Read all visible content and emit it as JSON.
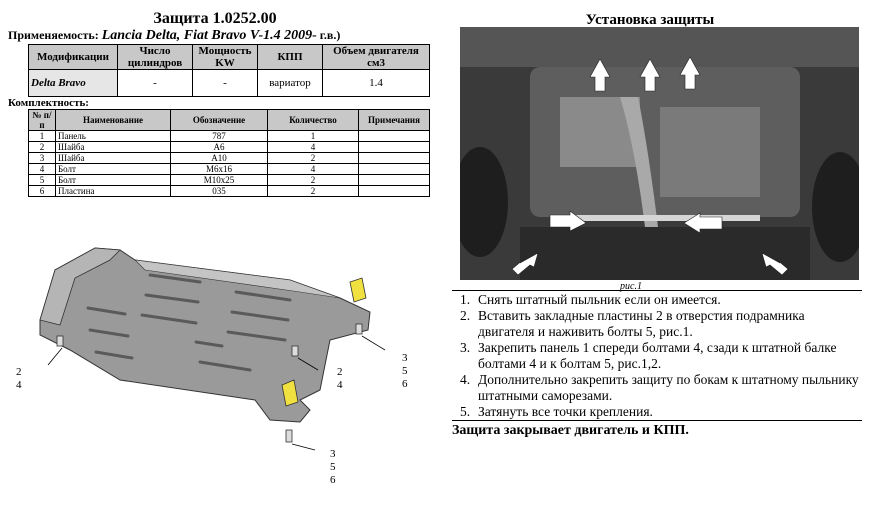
{
  "left": {
    "title": "Защита 1.0252.00",
    "applicability_label": "Применяемость:",
    "applicability_model": "Lancia Delta, Fiat Bravo  V-1.4 2009-",
    "applicability_suffix": "г.в.)",
    "mod_table": {
      "headers": [
        "Модификации",
        "Число цилиндров",
        "Мощность KW",
        "КПП",
        "Объем двигателя см3"
      ],
      "row": [
        "Delta Bravo",
        "-",
        "-",
        "вариатор",
        "1.4"
      ]
    },
    "komplekt_label": "Комплектность:",
    "parts_table": {
      "headers": [
        "№ п/п",
        "Наименование",
        "Обозначение",
        "Количество",
        "Примечания"
      ],
      "rows": [
        [
          "1",
          "Панель",
          "787",
          "1",
          ""
        ],
        [
          "2",
          "Шайба",
          "А6",
          "4",
          ""
        ],
        [
          "3",
          "Шайба",
          "А10",
          "2",
          ""
        ],
        [
          "4",
          "Болт",
          "М6х16",
          "4",
          ""
        ],
        [
          "5",
          "Болт",
          "М10х25",
          "2",
          ""
        ],
        [
          "6",
          "Пластина",
          "035",
          "2",
          ""
        ]
      ]
    },
    "callouts": {
      "a": [
        "2",
        "4"
      ],
      "b": [
        "2",
        "4"
      ],
      "c": [
        "3",
        "5",
        "6"
      ],
      "d": [
        "3",
        "5",
        "6"
      ]
    }
  },
  "right": {
    "title": "Установка защиты",
    "photo_caption": "рис.1",
    "steps": [
      {
        "num": "1.",
        "text": "Снять штатный пыльник если он имеется."
      },
      {
        "num": "2.",
        "text": "Вставить закладные пластины 2 в отверстия подрамника двигателя и наживить болты 5, рис.1."
      },
      {
        "num": "3.",
        "text": "Закрепить панель 1 спереди болтами 4, сзади к штатной балке болтами 4 и к болтам 5, рис.1,2."
      },
      {
        "num": "4.",
        "text": "Дополнительно закрепить защиту по бокам к штатному пыльнику штатными саморезами."
      },
      {
        "num": "5.",
        "text": "Затянуть все точки крепления."
      }
    ],
    "note": "Защита закрывает двигатель и КПП."
  },
  "colors": {
    "header_fill": "#c8c8c8",
    "plate_fill": "#9a9a9a",
    "bracket_fill": "#f0e040",
    "photo_bg": "#3a3a3a",
    "arrow_fill": "#ffffff"
  }
}
